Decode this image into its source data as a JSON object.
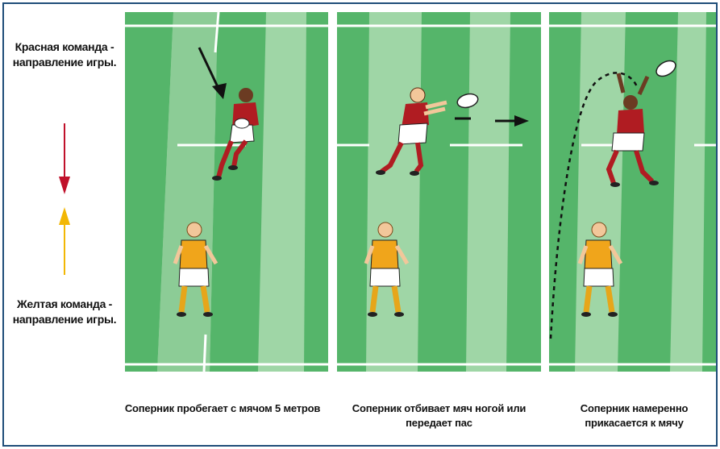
{
  "legend": {
    "red_team_label": "Красная команда - направление игры.",
    "yellow_team_label": "Желтая команда - направление игры."
  },
  "panels": [
    {
      "caption": "Соперник пробегает с мячом 5 метров"
    },
    {
      "caption": "Соперник отбивает мяч ногой или передает пас"
    },
    {
      "caption": "Соперник намеренно прикасается к мячу"
    }
  ],
  "colors": {
    "field_light": "#9fd6a6",
    "field_dark": "#55b56a",
    "red_arrow": "#c0112b",
    "yellow_arrow": "#f2b705",
    "frame_border": "#1f4e79",
    "red_jersey": "#b01c22",
    "yellow_jersey": "#f0a51b"
  }
}
